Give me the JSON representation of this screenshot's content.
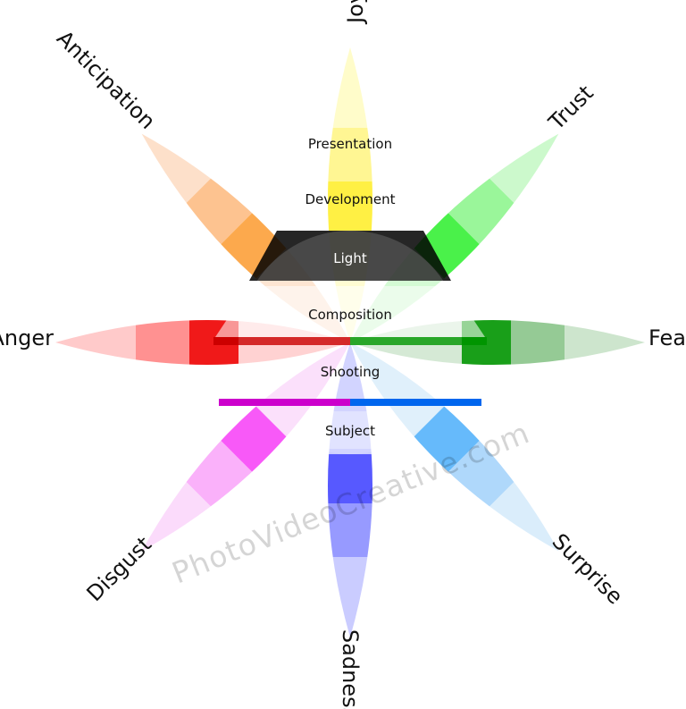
{
  "emotions": [
    {
      "id": "joy",
      "label": "Joy",
      "color_light": "#fffcc4",
      "color_mid": "#fff587",
      "color_deep": "#ffee30"
    },
    {
      "id": "trust",
      "label": "Trust",
      "color_light": "#c6f8c6",
      "color_mid": "#8ff58f",
      "color_deep": "#36f036"
    },
    {
      "id": "fear",
      "label": "Fear",
      "color_light": "#c8e2c8",
      "color_mid": "#89c489",
      "color_deep": "#009500"
    },
    {
      "id": "surprise",
      "label": "Surprise",
      "color_light": "#d6ebfb",
      "color_mid": "#a6d4fb",
      "color_deep": "#55b3fb"
    },
    {
      "id": "sadness",
      "label": "Sadness",
      "color_light": "#c4c6ff",
      "color_mid": "#8c8fff",
      "color_deep": "#4547ff"
    },
    {
      "id": "disgust",
      "label": "Disgust",
      "color_light": "#fbd7fb",
      "color_mid": "#f9a8f9",
      "color_deep": "#f747f7"
    },
    {
      "id": "anger",
      "label": "Anger",
      "color_light": "#ffc4c4",
      "color_mid": "#ff8585",
      "color_deep": "#ee0000"
    },
    {
      "id": "anticipation",
      "label": "Anticipation",
      "color_light": "#fdddc4",
      "color_mid": "#fdbd84",
      "color_deep": "#fca03a"
    }
  ],
  "layers": [
    {
      "id": "presentation",
      "label": "Presentation",
      "dark": false
    },
    {
      "id": "development",
      "label": "Development",
      "dark": false
    },
    {
      "id": "light",
      "label": "Light",
      "dark": true
    },
    {
      "id": "composition",
      "label": "Composition",
      "dark": false
    },
    {
      "id": "shooting",
      "label": "Shooting",
      "dark": false
    },
    {
      "id": "subject",
      "label": "Subject",
      "dark": false
    }
  ],
  "watermark": "PhotoVideoCreative.com"
}
